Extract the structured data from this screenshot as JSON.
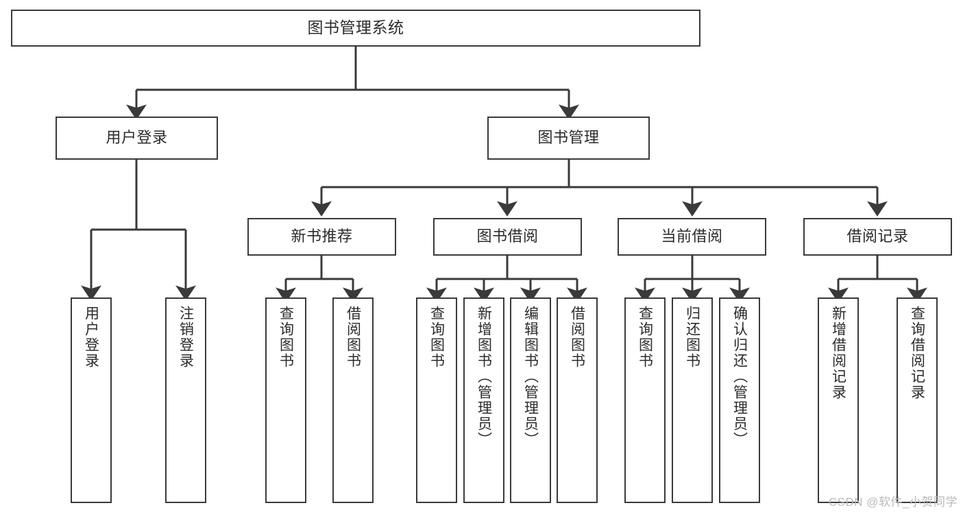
{
  "diagram": {
    "title": "图书管理系统",
    "watermark": "CSDN @软件_小贺同学",
    "colors": {
      "stroke": "#3a3a3a",
      "text": "#2b2b2b",
      "background": "#ffffff",
      "watermark": "#b9b9b9"
    },
    "nodes": {
      "root": {
        "label": "图书管理系统"
      },
      "level2": [
        {
          "label": "用户登录"
        },
        {
          "label": "图书管理"
        }
      ],
      "level3": [
        {
          "label": "新书推荐"
        },
        {
          "label": "图书借阅"
        },
        {
          "label": "当前借阅"
        },
        {
          "label": "借阅记录"
        }
      ],
      "leaves_user_login": [
        {
          "label": "用户登录"
        },
        {
          "label": "注销登录"
        }
      ],
      "leaves_new_book": [
        {
          "label": "查询图书"
        },
        {
          "label": "借阅图书"
        }
      ],
      "leaves_book_borrow": [
        {
          "label": "查询图书"
        },
        {
          "label": "新增图书（管理员）"
        },
        {
          "label": "编辑图书（管理员）"
        },
        {
          "label": "借阅图书"
        }
      ],
      "leaves_current_borrow": [
        {
          "label": "查询图书"
        },
        {
          "label": "归还图书"
        },
        {
          "label": "确认归还（管理员）"
        }
      ],
      "leaves_borrow_record": [
        {
          "label": "新增借阅记录"
        },
        {
          "label": "查询借阅记录"
        }
      ]
    }
  }
}
